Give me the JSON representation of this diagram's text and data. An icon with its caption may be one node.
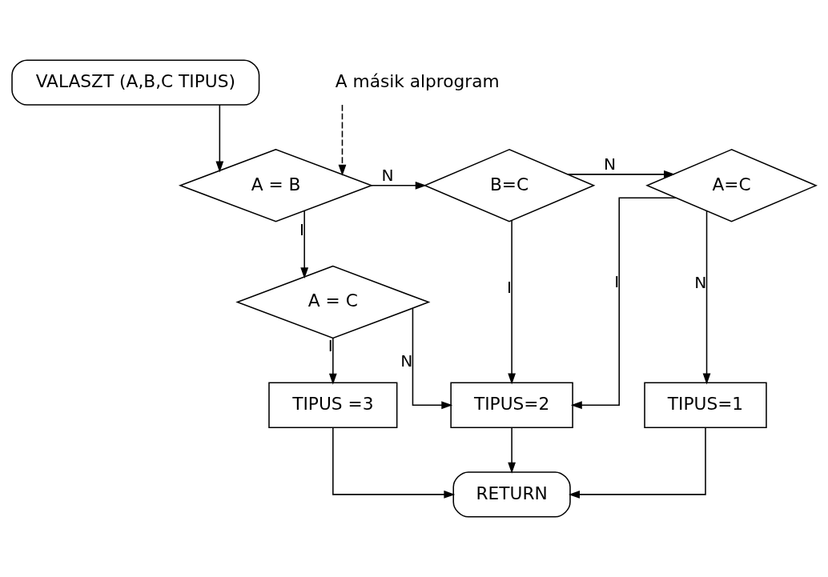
{
  "diagram": {
    "nodes": [
      {
        "text": [
          "VALASZT (A,B,C TIPUS)"
        ]
      },
      {
        "text": [
          "A másik alprogram"
        ]
      },
      {
        "text": [
          "A = B"
        ]
      },
      {
        "text": [
          "B=C"
        ]
      },
      {
        "text": [
          "A=C"
        ]
      },
      {
        "text": [
          "A = C"
        ]
      },
      {
        "text": [
          "TIPUS =3"
        ]
      },
      {
        "text": [
          "TIPUS=2"
        ]
      },
      {
        "text": [
          "TIPUS=1"
        ]
      },
      {
        "text": [
          "RETURN"
        ]
      }
    ],
    "edges": [
      {
        "from": 0,
        "to": 2,
        "arrow": "to"
      },
      {
        "from": 1,
        "to": 2,
        "arrow": "to",
        "style": "dashed"
      },
      {
        "from": 2,
        "to": 3,
        "arrow": "to",
        "label": "N"
      },
      {
        "from": 3,
        "to": 4,
        "arrow": "to",
        "label": "N"
      },
      {
        "from": 4,
        "to": 8,
        "arrow": "to",
        "label": "N"
      },
      {
        "from": 2,
        "to": 5,
        "arrow": "to",
        "label": "I"
      },
      {
        "from": 3,
        "to": 7,
        "arrow": "to",
        "label": "I"
      },
      {
        "from": 4,
        "to": 7,
        "arrow": "to",
        "label": "I"
      },
      {
        "from": 5,
        "to": 7,
        "arrow": "to",
        "label": "N"
      },
      {
        "from": 5,
        "to": 6,
        "arrow": "to",
        "label": "I"
      },
      {
        "from": 6,
        "to": 9,
        "arrow": "to"
      },
      {
        "from": 7,
        "to": 9,
        "arrow": "to"
      },
      {
        "from": 8,
        "to": 9,
        "arrow": "to"
      }
    ]
  }
}
